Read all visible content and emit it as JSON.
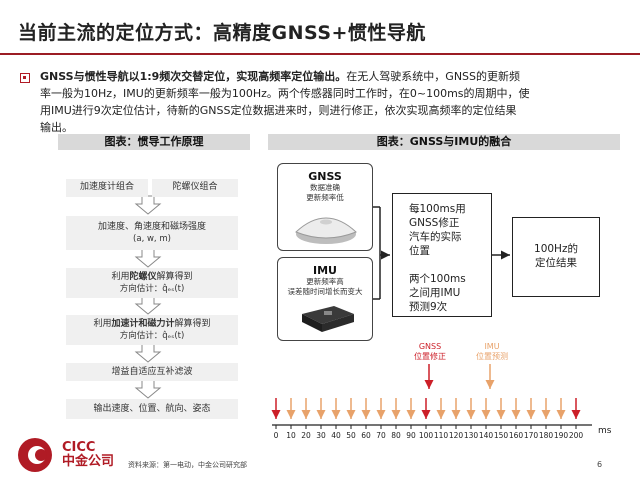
{
  "page": {
    "title": "当前主流的定位方式：高精度GNSS+惯性导航",
    "page_number": "6",
    "source": "资料来源：第一电动，中金公司研究部"
  },
  "brand": {
    "logo_name": "CICC",
    "logo_cn": "中金公司",
    "accent_color": "#b01b25"
  },
  "paragraph": {
    "lead": "GNSS与惯性导航以1:9频次交替定位，实现高频率定位输出。",
    "line1_rest": "在无人驾驶系统中，GNSS的更新频",
    "line2": "率一般为10Hz，IMU的更新频率一般为100Hz。两个传感器同时工作时，在0~100ms的周期中，使",
    "line3": "用IMU进行9次定位估计，待新的GNSS定位数据进来时，则进行修正，依次实现高频率的定位结果",
    "line4": "输出。"
  },
  "left_chart": {
    "header": "图表：惯导工作原理",
    "box_accel": "加速度计组合",
    "box_gyro": "陀螺仪组合",
    "stage1_line1": "加速度、角速度和磁场强度",
    "stage1_line2": "(a, w, m)",
    "stage2_pre": "利用",
    "stage2_bold": "陀螺仪",
    "stage2_post": "解算得到",
    "stage2_line2": "方向估计：q̂ₑₛ(t)",
    "stage3_pre": "利用",
    "stage3_bold": "加速计和磁力计",
    "stage3_post": "解算得到",
    "stage3_line2": "方向估计：q̂ₑₛ(t)",
    "stage4": "增益自适应互补滤波",
    "stage5": "输出速度、位置、航向、姿态"
  },
  "right_chart": {
    "header": "图表：GNSS与IMU的融合",
    "gnss_title": "GNSS",
    "gnss_sub1": "数据准确",
    "gnss_sub2": "更新频率低",
    "imu_title": "IMU",
    "imu_sub1": "更新频率高",
    "imu_sub2": "误差随时间增长而变大",
    "middle_lines": [
      "每100ms用",
      "GNSS修正",
      "汽车的实际",
      "位置",
      "",
      "两个100ms",
      "之间用IMU",
      "预测9次"
    ],
    "output_line1": "100Hz的",
    "output_line2": "定位结果",
    "gnss_fix_1": "GNSS",
    "gnss_fix_2": "位置修正",
    "imu_pred_1": "IMU",
    "imu_pred_2": "位置预测",
    "gnss_color": "#cc1f28",
    "imu_color": "#e8a26a",
    "axis_unit": "ms",
    "ticks": [
      "0",
      "10",
      "20",
      "30",
      "40",
      "50",
      "60",
      "70",
      "80",
      "90",
      "100",
      "110",
      "120",
      "130",
      "140",
      "150",
      "160",
      "170",
      "180",
      "190",
      "200"
    ],
    "gnss_ticks": [
      "0",
      "100",
      "200"
    ]
  }
}
